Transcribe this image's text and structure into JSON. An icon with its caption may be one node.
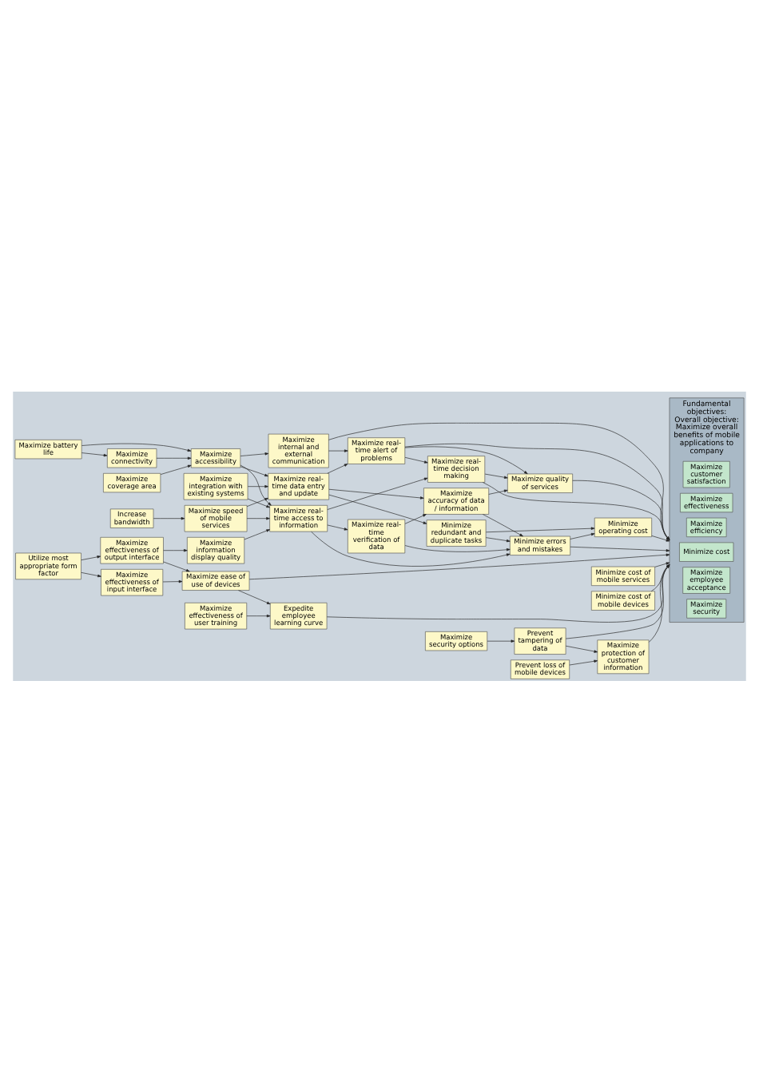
{
  "diagram": {
    "nodes": [
      {
        "text": [
          "Maximize battery life"
        ]
      },
      {
        "text": [
          "Maximize connectivity"
        ]
      },
      {
        "text": [
          "Maximize accessibility"
        ]
      },
      {
        "text": [
          "Maximize coverage area"
        ]
      },
      {
        "text": [
          "Maximize integration with existing systems"
        ]
      },
      {
        "text": [
          "Maximize speed of mobile services"
        ]
      },
      {
        "text": [
          "Increase bandwidth"
        ]
      },
      {
        "text": [
          "Maximize internal and external communication"
        ]
      },
      {
        "text": [
          "Maximize real-time data entry and update"
        ]
      },
      {
        "text": [
          "Maximize real-time access to information"
        ]
      },
      {
        "text": [
          "Maximize information display quality"
        ]
      },
      {
        "text": [
          "Utilize most appropriate form factor"
        ]
      },
      {
        "text": [
          "Maximize effectiveness of output interface"
        ]
      },
      {
        "text": [
          "Maximize effectiveness of input interface"
        ]
      },
      {
        "text": [
          "Maximize security options"
        ]
      },
      {
        "text": [
          "Maximize real-time alert of problems"
        ]
      },
      {
        "text": [
          "Maximize real-time decision making"
        ]
      },
      {
        "text": [
          "Maximize real-time verification of data"
        ]
      },
      {
        "text": [
          "Minimize redundant and duplicate tasks"
        ]
      },
      {
        "text": [
          "Maximize ease of use of devices"
        ]
      },
      {
        "text": [
          "Maximize effectiveness of user training"
        ]
      },
      {
        "text": [
          "Prevent loss of mobile devices"
        ]
      },
      {
        "text": [
          "Maximize quality of services"
        ]
      },
      {
        "text": [
          "Maximize accuracy of data / information"
        ]
      },
      {
        "text": [
          "Minimize errors and mistakes"
        ]
      },
      {
        "text": [
          "Minimize operating cost"
        ]
      },
      {
        "text": [
          "Minimize cost of mobile services"
        ]
      },
      {
        "text": [
          "Minimize cost of mobile devices"
        ]
      },
      {
        "text": [
          "Expedite employee learning curve"
        ]
      },
      {
        "text": [
          "Prevent tampering of data"
        ]
      },
      {
        "text": [
          "Maximize protection of customer information"
        ]
      },
      {
        "text": [
          "Fundamental objectives:",
          "Overall objective: Maximize overall benefits of mobile applications to company"
        ]
      },
      {
        "text": [
          "Maximize customer satisfaction"
        ],
        "in": 31
      },
      {
        "text": [
          "Maximize effectiveness"
        ],
        "in": 31
      },
      {
        "text": [
          "Maximize efficiency"
        ],
        "in": 31
      },
      {
        "text": [
          "Minimize cost"
        ],
        "in": 31
      },
      {
        "text": [
          "Maximize employee acceptance"
        ],
        "in": 31
      },
      {
        "text": [
          "Maximize security"
        ],
        "in": 31
      }
    ],
    "edges": [
      {
        "from": 0,
        "to": 1,
        "arrow": "to"
      },
      {
        "from": 0,
        "to": 2,
        "arrow": "to"
      },
      {
        "from": 1,
        "to": 2,
        "arrow": "to"
      },
      {
        "from": 3,
        "to": 2,
        "arrow": "to"
      },
      {
        "from": 2,
        "to": 7,
        "arrow": "to"
      },
      {
        "from": 2,
        "to": 8,
        "arrow": "to"
      },
      {
        "from": 2,
        "to": 9,
        "arrow": "to"
      },
      {
        "from": 4,
        "to": 8,
        "arrow": "to"
      },
      {
        "from": 4,
        "to": 9,
        "arrow": "to"
      },
      {
        "from": 5,
        "to": 8,
        "arrow": "to"
      },
      {
        "from": 5,
        "to": 9,
        "arrow": "to"
      },
      {
        "from": 6,
        "to": 5,
        "arrow": "to"
      },
      {
        "from": 7,
        "to": 15,
        "arrow": "to"
      },
      {
        "from": 7,
        "to": 31,
        "arrow": "to"
      },
      {
        "from": 8,
        "to": 15,
        "arrow": "to"
      },
      {
        "from": 8,
        "to": 23,
        "arrow": "to"
      },
      {
        "from": 8,
        "to": 18,
        "arrow": "to"
      },
      {
        "from": 9,
        "to": 16,
        "arrow": "to"
      },
      {
        "from": 9,
        "to": 17,
        "arrow": "to"
      },
      {
        "from": 9,
        "to": 24,
        "arrow": "to"
      },
      {
        "from": 10,
        "to": 9,
        "arrow": "to"
      },
      {
        "from": 12,
        "to": 10,
        "arrow": "to"
      },
      {
        "from": 11,
        "to": 12,
        "arrow": "to"
      },
      {
        "from": 11,
        "to": 13,
        "arrow": "to"
      },
      {
        "from": 12,
        "to": 19,
        "arrow": "to"
      },
      {
        "from": 13,
        "to": 19,
        "arrow": "to"
      },
      {
        "from": 14,
        "to": 29,
        "arrow": "to"
      },
      {
        "from": 15,
        "to": 16,
        "arrow": "to"
      },
      {
        "from": 15,
        "to": 22,
        "arrow": "to"
      },
      {
        "from": 15,
        "to": 31,
        "arrow": "to"
      },
      {
        "from": 16,
        "to": 22,
        "arrow": "to"
      },
      {
        "from": 16,
        "to": 31,
        "arrow": "to"
      },
      {
        "from": 17,
        "to": 23,
        "arrow": "to"
      },
      {
        "from": 17,
        "to": 24,
        "arrow": "to"
      },
      {
        "from": 18,
        "to": 24,
        "arrow": "to"
      },
      {
        "from": 18,
        "to": 25,
        "arrow": "to"
      },
      {
        "from": 19,
        "to": 31,
        "arrow": "to"
      },
      {
        "from": 19,
        "to": 28,
        "arrow": "to"
      },
      {
        "from": 20,
        "to": 28,
        "arrow": "to"
      },
      {
        "from": 21,
        "to": 30,
        "arrow": "to"
      },
      {
        "from": 22,
        "to": 31,
        "arrow": "to"
      },
      {
        "from": 23,
        "to": 22,
        "arrow": "to"
      },
      {
        "from": 23,
        "to": 24,
        "arrow": "to"
      },
      {
        "from": 24,
        "to": 31,
        "arrow": "to"
      },
      {
        "from": 24,
        "to": 25,
        "arrow": "to"
      },
      {
        "from": 25,
        "to": 31,
        "arrow": "to"
      },
      {
        "from": 26,
        "to": 31,
        "arrow": "to"
      },
      {
        "from": 27,
        "to": 31,
        "arrow": "to"
      },
      {
        "from": 28,
        "to": 31,
        "arrow": "to"
      },
      {
        "from": 29,
        "to": 31,
        "arrow": "to"
      },
      {
        "from": 29,
        "to": 30,
        "arrow": "to"
      },
      {
        "from": 30,
        "to": 31,
        "arrow": "to"
      }
    ]
  }
}
